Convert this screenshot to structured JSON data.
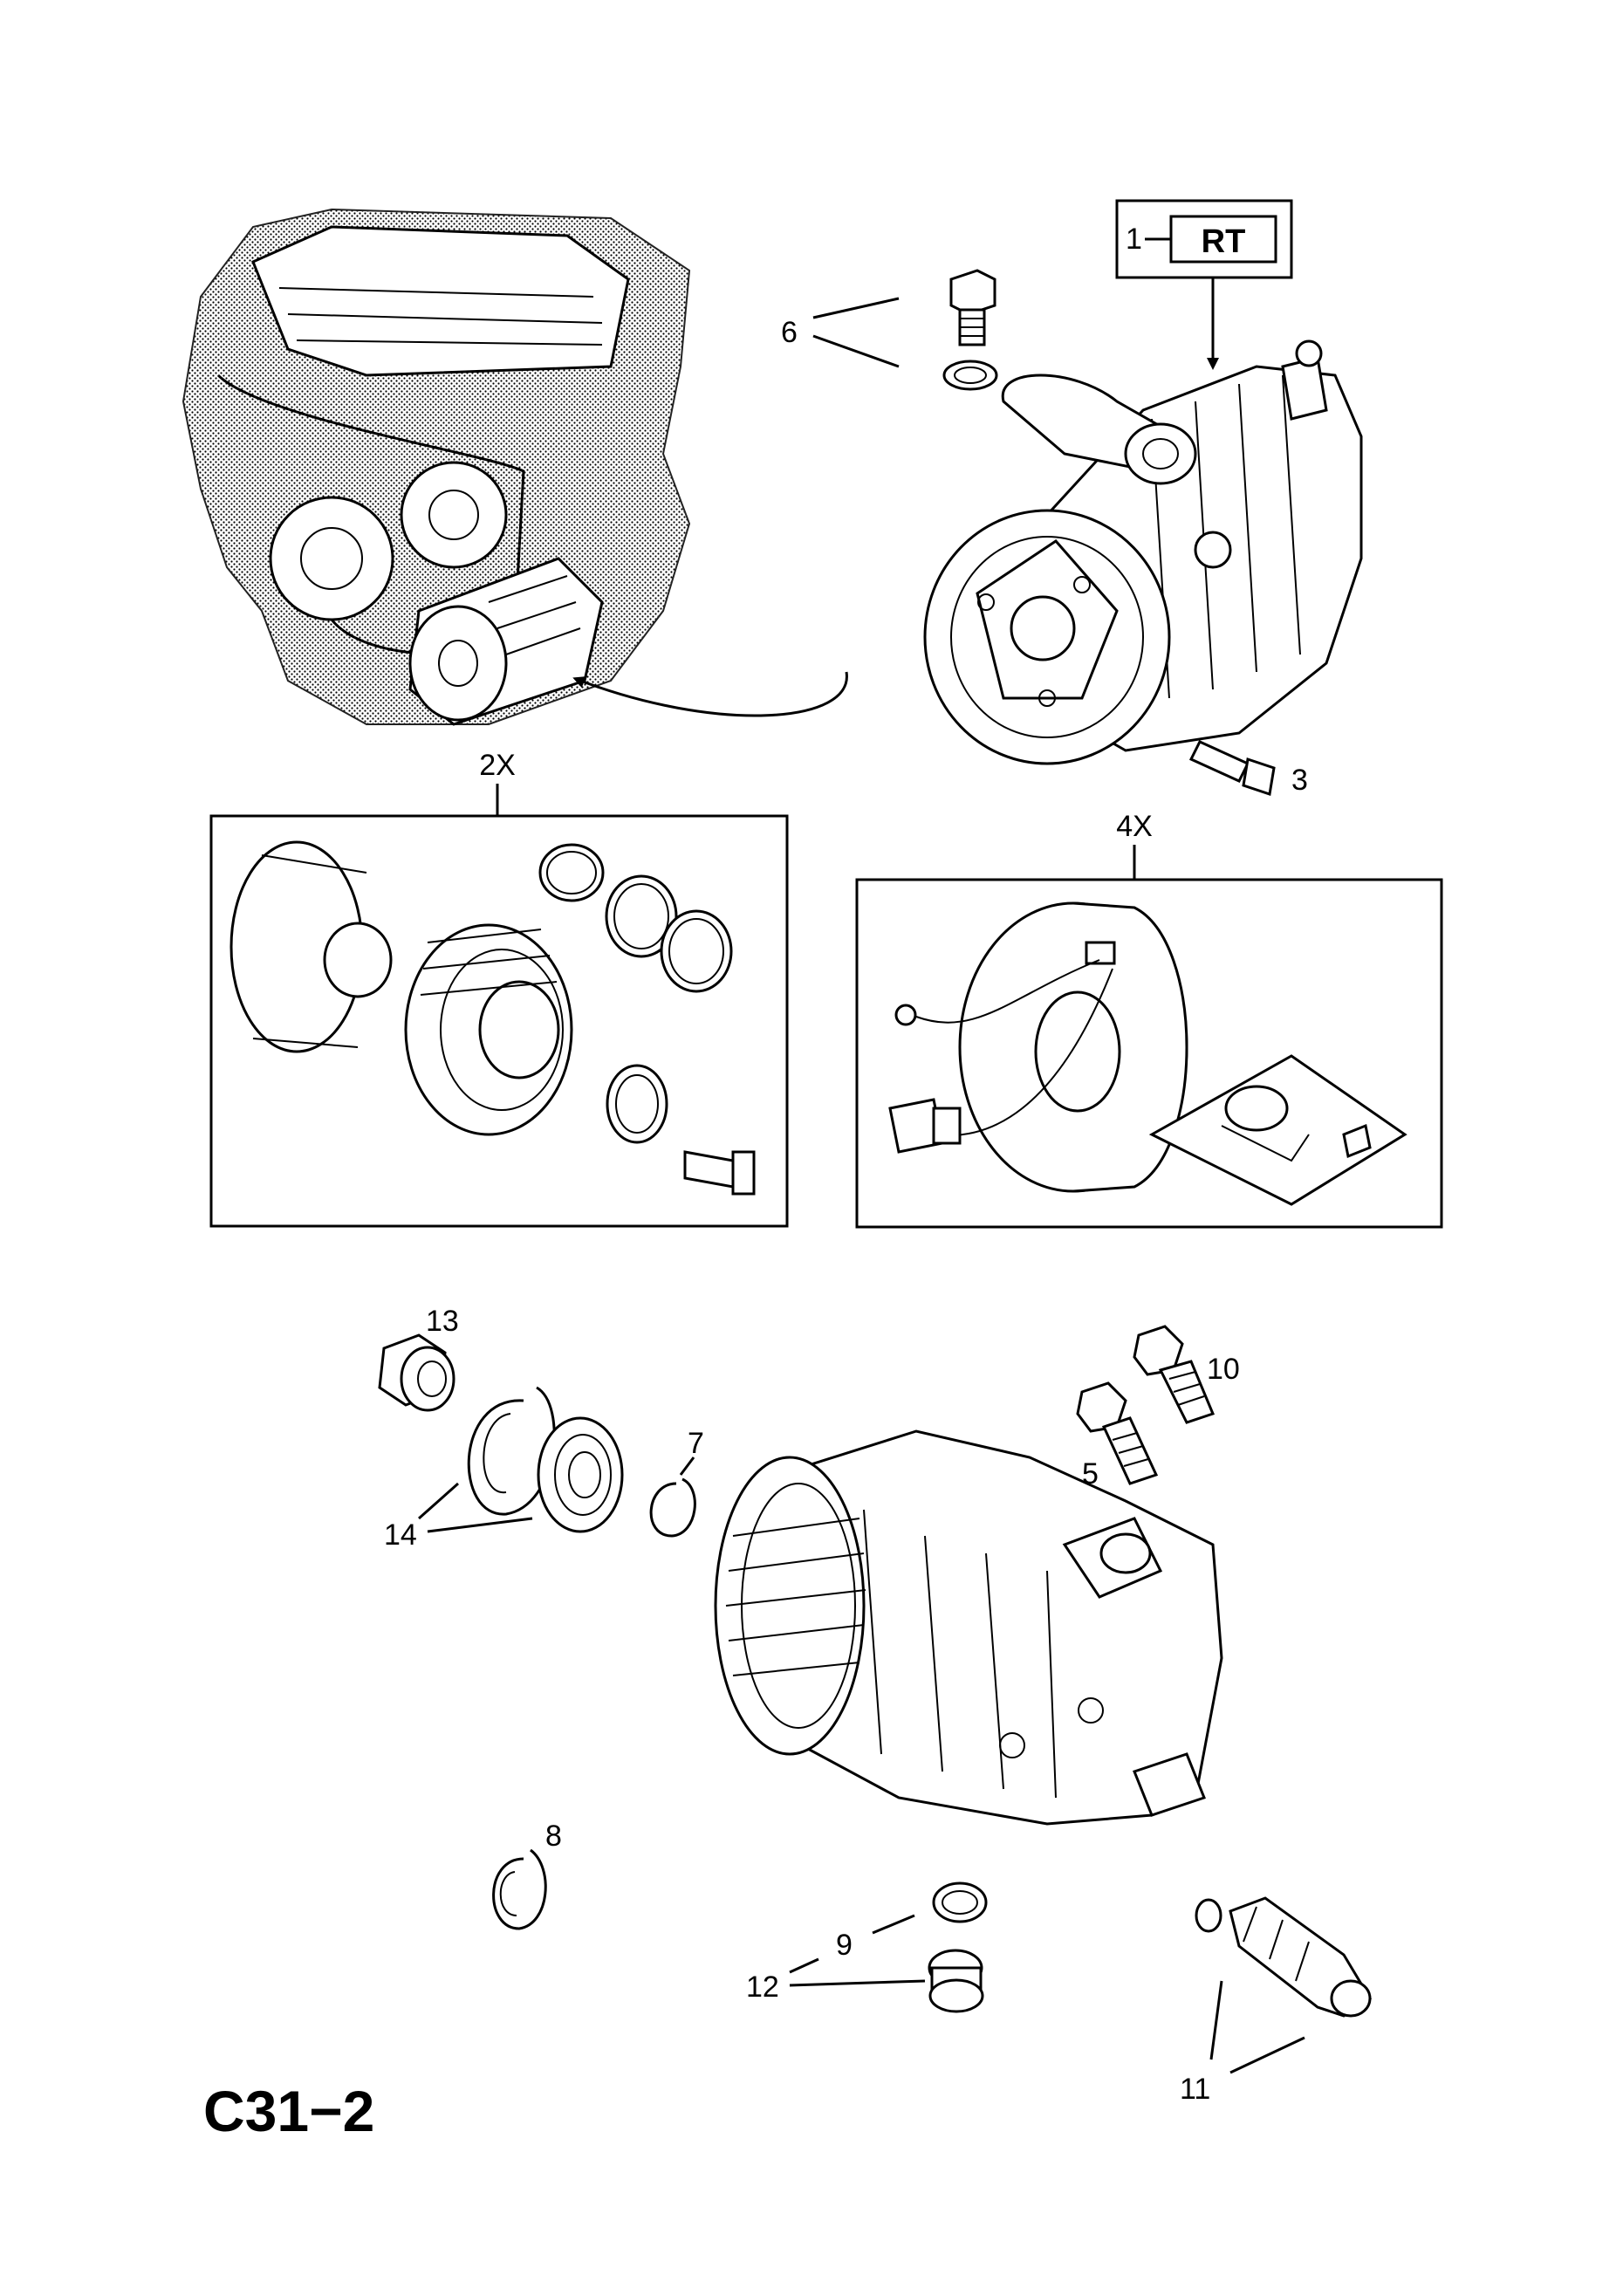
{
  "page_code": "C31−2",
  "box_left_multiplier": "2X",
  "box_right_multiplier": "4X",
  "reference": {
    "number": "1",
    "code": "RT"
  },
  "callouts": {
    "c1": "1",
    "c3": "3",
    "c5": "5",
    "c6": "6",
    "c7": "7",
    "c8": "8",
    "c9": "9",
    "c10": "10",
    "c11": "11",
    "c12": "12",
    "c13": "13",
    "c14": "14"
  }
}
